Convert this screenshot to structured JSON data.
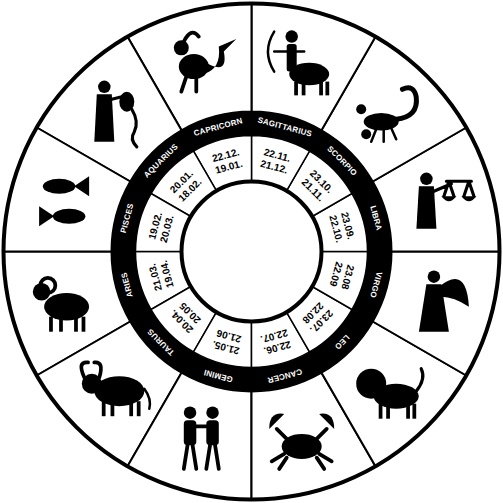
{
  "diagram": {
    "nodes": [
      {
        "text": [
          "ARIES",
          "21.03. 19.04."
        ]
      },
      {
        "text": [
          "TAURUS",
          "20.04. 20.05"
        ]
      },
      {
        "text": [
          "GEMINI",
          "21.05. 21.06"
        ]
      },
      {
        "text": [
          "CANCER",
          "22.06. 22.07."
        ]
      },
      {
        "text": [
          "LEO",
          "23.07. 22.08"
        ]
      },
      {
        "text": [
          "VIRGO",
          "23.08 22.09"
        ]
      },
      {
        "text": [
          "LIBRA",
          "23.09. 22.10."
        ]
      },
      {
        "text": [
          "SCORPIO",
          "23.10. 21.11."
        ]
      },
      {
        "text": [
          "SAGITTARIUS",
          "22.11. 21.12."
        ]
      },
      {
        "text": [
          "CAPRICORN",
          "22.12. 19.01."
        ]
      },
      {
        "text": [
          "AQUARIUS",
          "20.01. 18.02."
        ]
      },
      {
        "text": [
          "PISCES",
          "19.02. 20.03."
        ]
      }
    ]
  }
}
